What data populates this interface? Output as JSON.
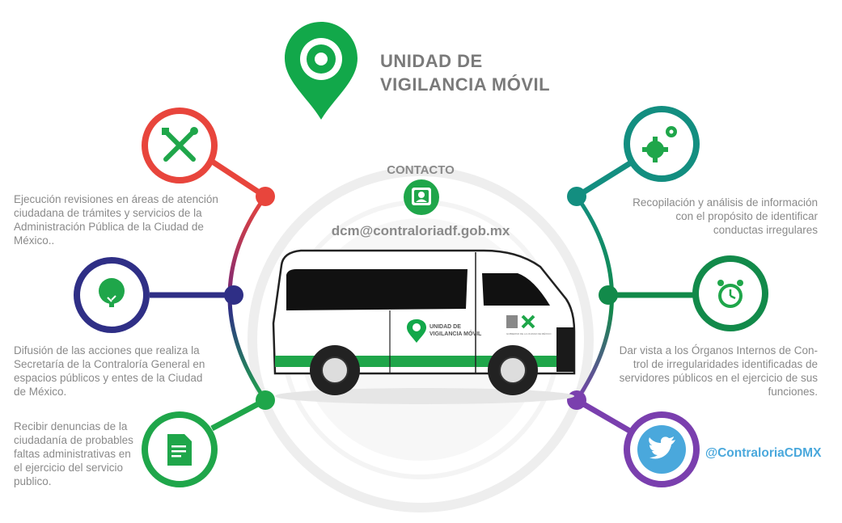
{
  "header": {
    "title_line1": "UNIDAD DE",
    "title_line2": "VIGILANCIA MÓVIL",
    "icon": "location-pin-icon",
    "color": "#12a84a"
  },
  "contact": {
    "heading": "CONTACTO",
    "email": "dcm@contraloriadf.gob.mx",
    "icon": "contact-card-icon"
  },
  "van": {
    "logo_line1": "UNIDAD DE",
    "logo_line2": "VIGILANCIA MÓVIL",
    "emblem_text": "GOBIERNO DE LA CIUDAD DE MÉXICO"
  },
  "nodes": {
    "tools": {
      "icon": "tools-icon",
      "color": "#e8453c",
      "text": [
        "Ejecución revisiones en áreas de atención",
        "ciudadana de trámites y servicios de la",
        "Administración Pública de la Ciudad de",
        "México.."
      ]
    },
    "tree": {
      "icon": "tree-icon",
      "color": "#2f2f86",
      "text": [
        "Difusión de las acciones que realiza la",
        "Secretaría de la Contraloría General en",
        "espacios públicos y entes de la Ciudad",
        "de México."
      ]
    },
    "document": {
      "icon": "document-icon",
      "color": "#1fa64a",
      "text": [
        "Recibir denuncias de la",
        "ciudadanía de probables",
        "faltas administrativas en",
        "el ejercicio del servicio",
        "publico."
      ]
    },
    "gears": {
      "icon": "gears-icon",
      "color": "#138e80",
      "text": [
        "Recopilación y análisis de información",
        "con el propósito de identificar",
        "conductas irregulares"
      ]
    },
    "clock": {
      "icon": "alarm-clock-icon",
      "color": "#128a4a",
      "text": [
        "Dar vista a los Órganos Internos de Con-",
        "trol  de irregularidades identificadas de",
        "servidores públicos en el ejercicio de sus",
        "funciones."
      ]
    },
    "twitter": {
      "icon": "twitter-icon",
      "color": "#7a3fae",
      "handle": "@ContraloriaCDMX"
    }
  }
}
